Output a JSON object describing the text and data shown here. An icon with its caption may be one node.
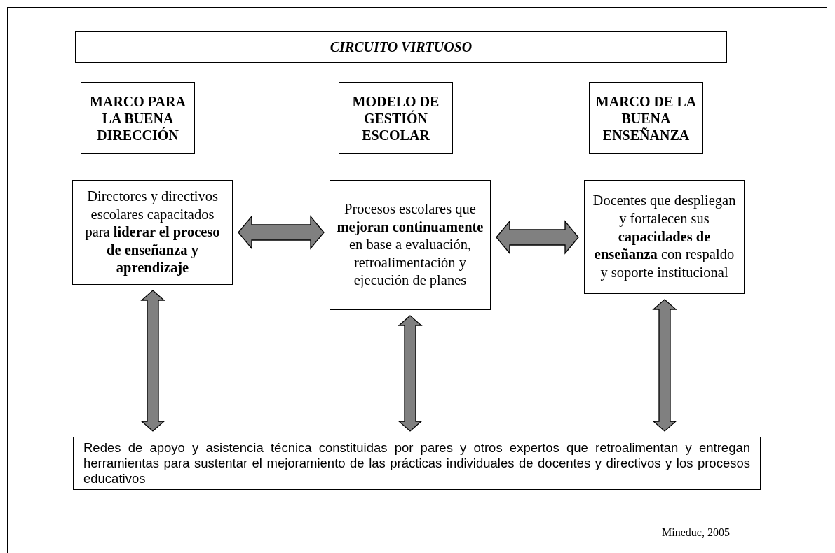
{
  "diagram": {
    "nodes": [
      {
        "text": [
          "CIRCUITO VIRTUOSO"
        ]
      },
      {
        "text": [
          "MARCO PARA LA BUENA DIRECCIÓN"
        ]
      },
      {
        "text": [
          "MODELO DE GESTIÓN ESCOLAR"
        ]
      },
      {
        "text": [
          "MARCO DE LA BUENA ENSEÑANZA"
        ]
      },
      {
        "text": [
          "Directores y directivos escolares capacitados para **liderar el proceso de enseñanza y aprendizaje**"
        ]
      },
      {
        "text": [
          "Procesos escolares que **mejoran continuamente** en base a evaluación, retroalimentación y ejecución de planes"
        ]
      },
      {
        "text": [
          "Docentes que despliegan y fortalecen sus **capacidades de enseñanza** con respaldo y soporte institucional"
        ]
      },
      {
        "text": [
          "Redes de apoyo y asistencia técnica constituidas por pares y otros expertos que retroalimentan y entregan herramientas para sustentar el mejoramiento de las prácticas individuales de docentes y directivos y los procesos educativos"
        ]
      }
    ],
    "edges": [
      {
        "from": 4,
        "to": 5,
        "arrow": "both"
      },
      {
        "from": 5,
        "to": 6,
        "arrow": "both"
      },
      {
        "from": 4,
        "to": 7,
        "arrow": "both"
      },
      {
        "from": 5,
        "to": 7,
        "arrow": "both"
      },
      {
        "from": 6,
        "to": 7,
        "arrow": "both"
      }
    ],
    "labels": [
      "Mineduc, 2005"
    ]
  }
}
